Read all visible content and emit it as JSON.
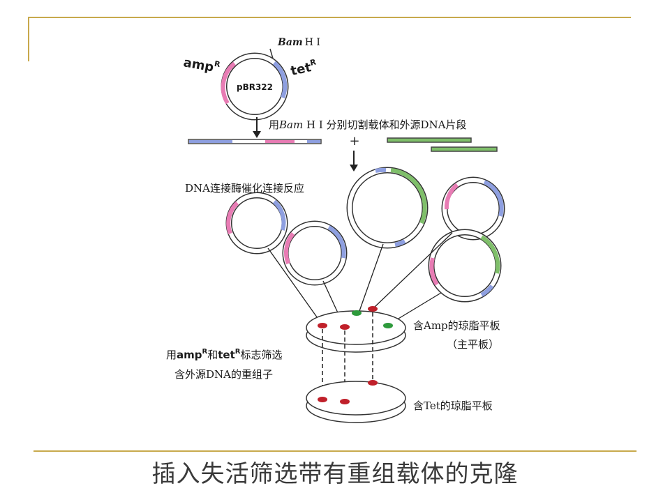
{
  "labels": {
    "bamhi_top_italic": "Bam",
    "bamhi_top_roman": "H Ⅰ",
    "amp_r": "amp",
    "tet_r": "tet",
    "superscript_r": "R",
    "plasmid": "pBR322",
    "cut_step_prefix": "用",
    "cut_step_italic": "Bam",
    "cut_step_suffix": " H Ⅰ 分别切割载体和外源DNA片段",
    "plus": "+",
    "ligation": "DNA连接酶催化连接反应",
    "amp_plate_line1": "含Amp的琼脂平板",
    "amp_plate_line2": "（主平板）",
    "tet_plate": "含Tet的琼脂平板",
    "screen_part1": "用",
    "screen_amp": "amp",
    "screen_and": "和",
    "screen_tet": "tet",
    "screen_part2": "标志筛选",
    "screen_line2": "含外源DNA的重组子"
  },
  "title": "插入失活筛选带有重组载体的克隆",
  "colors": {
    "frame": "#c8a94c",
    "amp_segment": "#e87cb4",
    "tet_segment": "#8e9fe0",
    "foreign_dna": "#7fbf6a",
    "colony_red": "#c0202a",
    "colony_green": "#2e9a3c"
  }
}
